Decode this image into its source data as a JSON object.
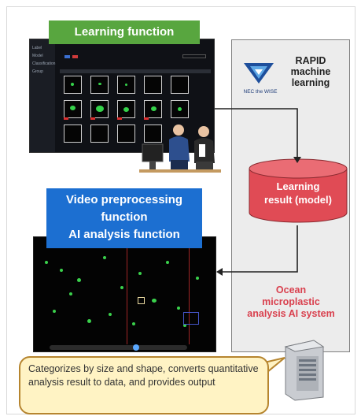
{
  "learning_banner": "Learning function",
  "preprocess_banner": [
    "Video preprocessing",
    "function",
    "AI analysis function"
  ],
  "rapid_label": [
    "RAPID",
    "machine",
    "learning"
  ],
  "nec_logo_text": "NEC the WISE",
  "cylinder_label": [
    "Learning",
    "result (model)"
  ],
  "ocean_label": [
    "Ocean",
    "microplastic",
    "analysis AI system"
  ],
  "callout_text": "Categorizes by size and shape, converts quantitative analysis result to data, and provides output",
  "learning_screen": {
    "sidebar_items": [
      "Label",
      "Model",
      "Classification",
      "Group"
    ]
  },
  "colors": {
    "green_banner": "#58a63f",
    "blue_banner": "#1c6fd1",
    "cylinder_red": "#e04b55",
    "ocean_text": "#d9404e",
    "callout_border": "#b6852f",
    "callout_fill": "#fff3c4"
  }
}
